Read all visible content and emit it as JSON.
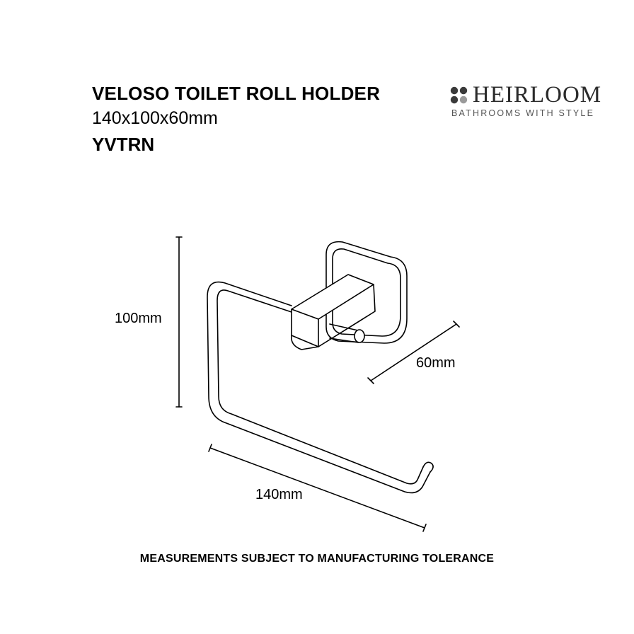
{
  "header": {
    "title": "VELOSO TOILET ROLL HOLDER",
    "dimensions": "140x100x60mm",
    "product_code": "YVTRN"
  },
  "brand": {
    "name": "HEIRLOOM",
    "tagline": "BATHROOMS WITH STYLE",
    "mark_colors": [
      "#3a3a3a",
      "#3a3a3a",
      "#3a3a3a",
      "#9a9a9a"
    ]
  },
  "diagram": {
    "height_label": "100mm",
    "depth_label": "60mm",
    "width_label": "140mm"
  },
  "footer": {
    "note": "MEASUREMENTS SUBJECT TO MANUFACTURING TOLERANCE"
  }
}
